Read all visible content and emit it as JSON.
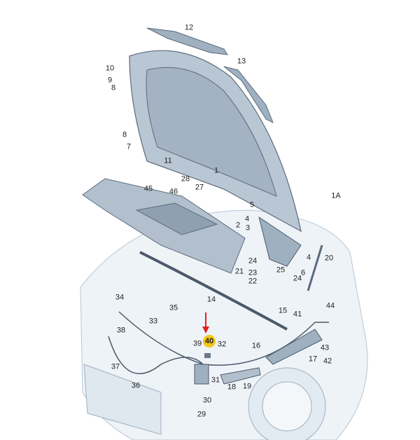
{
  "diagram": {
    "title": "Engine hood / bonnet assembly parts diagram",
    "highlight_color": "#f5c518",
    "arrow_color": "#e02020",
    "labels": {
      "p12": "12",
      "p13": "13",
      "p10": "10",
      "p9": "9",
      "p8a": "8",
      "p8b": "8",
      "p7": "7",
      "p11": "11",
      "p1": "1",
      "p28": "28",
      "p27": "27",
      "p45": "45",
      "p46": "46",
      "p1A": "1A",
      "p5": "5",
      "p4a": "4",
      "p2": "2",
      "p3": "3",
      "p24a": "24",
      "p21": "21",
      "p23": "23",
      "p22": "22",
      "p25": "25",
      "p24b": "24",
      "p4b": "4",
      "p6": "6",
      "p20": "20",
      "p14": "14",
      "p34": "34",
      "p35": "35",
      "p33": "33",
      "p38": "38",
      "p37": "37",
      "p36": "36",
      "p39": "39",
      "p40": "40",
      "p32": "32",
      "p15": "15",
      "p41": "41",
      "p44": "44",
      "p16": "16",
      "p43": "43",
      "p42": "42",
      "p17": "17",
      "p18": "18",
      "p19": "19",
      "p31": "31",
      "p30": "30",
      "p29": "29"
    }
  }
}
